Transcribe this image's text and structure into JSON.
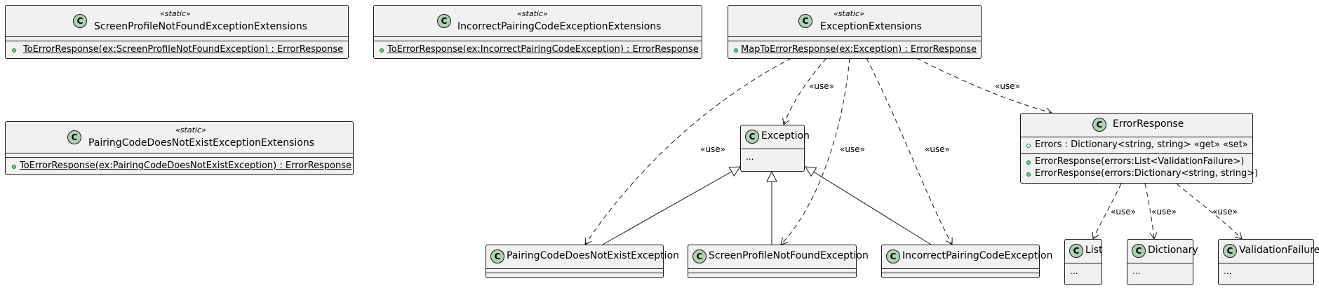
{
  "stereotype_static": "«static»",
  "use_label": "«use»",
  "classes": {
    "screen_profile_ext": {
      "name": "ScreenProfileNotFoundExceptionExtensions",
      "stereotype": "«static»",
      "method": "ToErrorResponse(ex:ScreenProfileNotFoundException) : ErrorResponse"
    },
    "incorrect_pairing_ext": {
      "name": "IncorrectPairingCodeExceptionExtensions",
      "stereotype": "«static»",
      "method": "ToErrorResponse(ex:IncorrectPairingCodeException) : ErrorResponse"
    },
    "exception_ext": {
      "name": "ExceptionExtensions",
      "stereotype": "«static»",
      "method": "MapToErrorResponse(ex:Exception) : ErrorResponse"
    },
    "pairing_ext": {
      "name": "PairingCodeDoesNotExistExceptionExtensions",
      "stereotype": "«static»",
      "method": "ToErrorResponse(ex:PairingCodeDoesNotExistException) : ErrorResponse"
    },
    "exception": {
      "name": "Exception",
      "body": "..."
    },
    "error_response": {
      "name": "ErrorResponse",
      "field": "Errors : Dictionary<string, string> «get» «set»",
      "ctor1": "ErrorResponse(errors:List<ValidationFailure>)",
      "ctor2": "ErrorResponse(errors:Dictionary<string, string>)"
    },
    "pairing_exc": {
      "name": "PairingCodeDoesNotExistException"
    },
    "screen_exc": {
      "name": "ScreenProfileNotFoundException"
    },
    "incorrect_exc": {
      "name": "IncorrectPairingCodeException"
    },
    "list": {
      "name": "List",
      "body": "..."
    },
    "dictionary": {
      "name": "Dictionary",
      "body": "..."
    },
    "validation_failure": {
      "name": "ValidationFailure",
      "body": "..."
    }
  },
  "colors": {
    "class_fill": "#f1f1f1",
    "class_border": "#181818",
    "circle_fill": "#add1b2",
    "public_method": "#84be84"
  }
}
